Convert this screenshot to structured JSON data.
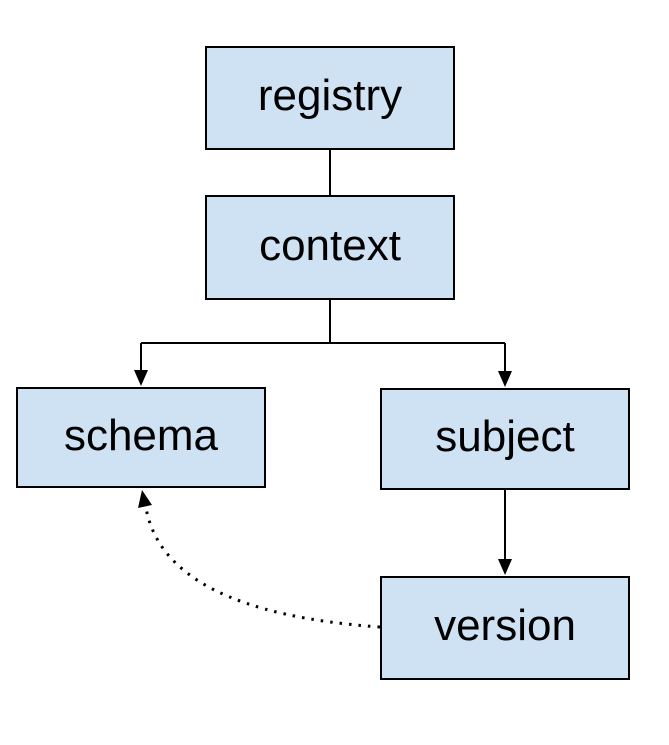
{
  "diagram": {
    "type": "hierarchy",
    "nodes": {
      "registry": {
        "label": "registry"
      },
      "context": {
        "label": "context"
      },
      "schema": {
        "label": "schema"
      },
      "subject": {
        "label": "subject"
      },
      "version": {
        "label": "version"
      }
    },
    "edges": [
      {
        "from": "registry",
        "to": "context",
        "style": "solid",
        "arrow": "none"
      },
      {
        "from": "context",
        "to": "schema",
        "style": "solid",
        "arrow": "end"
      },
      {
        "from": "context",
        "to": "subject",
        "style": "solid",
        "arrow": "end"
      },
      {
        "from": "subject",
        "to": "version",
        "style": "solid",
        "arrow": "end"
      },
      {
        "from": "version",
        "to": "schema",
        "style": "dotted",
        "arrow": "end"
      }
    ],
    "colors": {
      "node_fill": "#cfe2f3",
      "node_border": "#000000",
      "connector": "#000000",
      "background": "#ffffff"
    }
  }
}
